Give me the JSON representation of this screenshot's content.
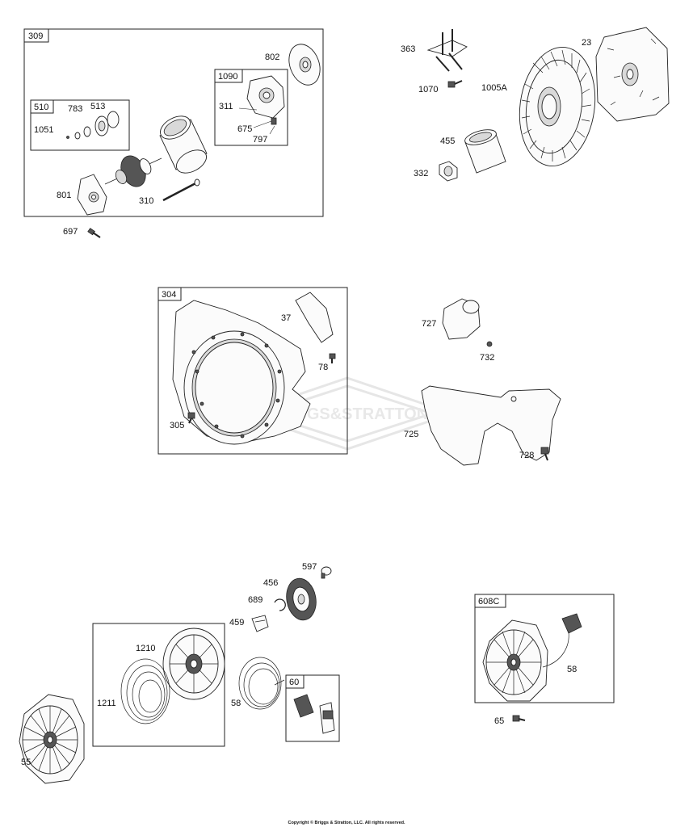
{
  "watermark": {
    "text": "BRIGGS&STRATTON"
  },
  "copyright": "Copyright © Briggs & Stratton, LLC. All rights reserved.",
  "groups": {
    "g309": "309",
    "g510": "510",
    "g1090": "1090",
    "g304": "304",
    "g60": "60",
    "g608C": "608C"
  },
  "parts": {
    "p802": "802",
    "p783": "783",
    "p513": "513",
    "p1051": "1051",
    "p311": "311",
    "p675": "675",
    "p797": "797",
    "p801": "801",
    "p310": "310",
    "p697": "697",
    "p363": "363",
    "p23": "23",
    "p1070": "1070",
    "p1005A": "1005A",
    "p455": "455",
    "p332": "332",
    "p37": "37",
    "p78": "78",
    "p305": "305",
    "p727": "727",
    "p732": "732",
    "p725": "725",
    "p728": "728",
    "p597": "597",
    "p456": "456",
    "p689": "689",
    "p459": "459",
    "p1210": "1210",
    "p1211": "1211",
    "p58a": "58",
    "p55": "55",
    "p58b": "58",
    "p65": "65"
  }
}
